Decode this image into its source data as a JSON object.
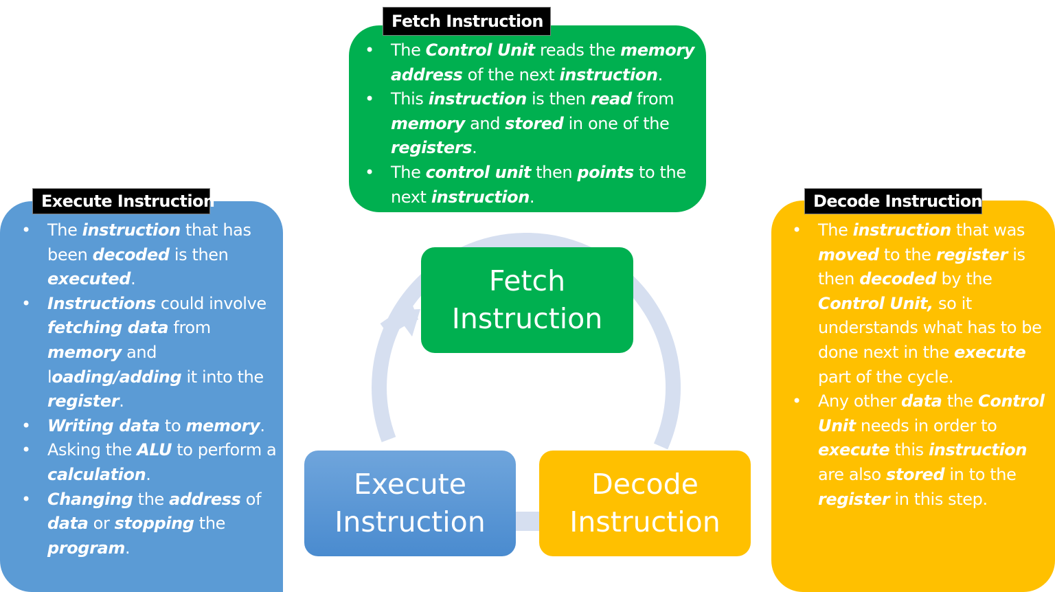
{
  "colors": {
    "fetch": "#00b050",
    "execute": "#5b9bd5",
    "decode": "#ffc000",
    "cycle_arrow": "#d6dff0",
    "tag_background": "#000000"
  },
  "cycle": {
    "fetch": {
      "line1": "Fetch",
      "line2": "Instruction"
    },
    "execute": {
      "line1": "Execute",
      "line2": "Instruction"
    },
    "decode": {
      "line1": "Decode",
      "line2": "Instruction"
    },
    "arrow_icon": "circular-arrow-icon"
  },
  "fetch_panel": {
    "tag": "Fetch Instruction",
    "bullets": [
      "The **Control Unit** reads the **memory address** of the next **instruction**.",
      "This **instruction** is then **read** from **memory** and **stored** in one of the **registers**.",
      "The **control unit** then **points** to the next **instruction**."
    ]
  },
  "execute_panel": {
    "tag": "Execute Instruction",
    "bullets": [
      "The **instruction** that has been **decoded** is then **executed**.",
      "**Instructions** could involve **fetching data** from **memory** and l**oading/adding** it into the **register**.",
      "**Writing data** to **memory**.",
      "Asking the **ALU** to perform a **calculation**.",
      "**Changing** the **address** of **data**  or **stopping** the **program**."
    ]
  },
  "decode_panel": {
    "tag": "Decode Instruction",
    "bullets": [
      "The **instruction** that was **moved** to the **register** is then **decoded** by the **Control Unit,** so it understands what has to be done next in the **execute** part of the cycle.",
      "Any other **data** the **Control Unit** needs in order to **execute** this **instruction** are also **stored** in to the **register** in this step."
    ]
  }
}
